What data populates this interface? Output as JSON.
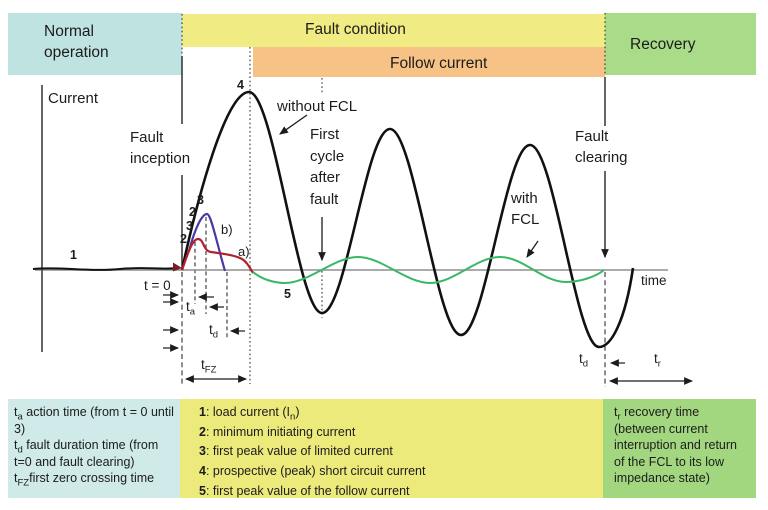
{
  "bands": {
    "normal": "Normal operation",
    "fault": "Fault condition",
    "follow": "Follow current",
    "recovery": "Recovery"
  },
  "plot": {
    "y_axis_label": "Current",
    "x_axis_label": "time",
    "fault_inception": "Fault inception",
    "without_fcl": "without FCL",
    "first_cycle": "First cycle after fault",
    "with_fcl": "with FCL",
    "fault_clearing": "Fault clearing",
    "t_zero": "t = 0"
  },
  "markers": {
    "n1": "1",
    "n4": "4",
    "n5": "5",
    "b3": "3",
    "b2": "2",
    "a3": "3",
    "a2": "2",
    "curve_b": "b)",
    "curve_a": "a)"
  },
  "times": {
    "ta": {
      "base": "t",
      "sub": "a"
    },
    "td": {
      "base": "t",
      "sub": "d"
    },
    "tfz": {
      "base": "t",
      "sub": "FZ"
    },
    "td2": {
      "base": "t",
      "sub": "d"
    },
    "tr": {
      "base": "t",
      "sub": "r"
    }
  },
  "legend": {
    "left": [
      {
        "base": "t",
        "sub": "a",
        "text": " action time (from t = 0 until 3)"
      },
      {
        "base": "t",
        "sub": "d",
        "text": " fault duration time (from t=0 and fault clearing)"
      },
      {
        "base": "t",
        "sub": "FZ",
        "text": "first zero crossing time"
      }
    ],
    "middle": [
      {
        "num": "1",
        "pre": ": load current (I",
        "sub": "n",
        "post": ")"
      },
      {
        "num": "2",
        "pre": ": minimum initiating current",
        "sub": "",
        "post": ""
      },
      {
        "num": "3",
        "pre": ": first peak value of limited current",
        "sub": "",
        "post": ""
      },
      {
        "num": "4",
        "pre": ": prospective (peak) short circuit current",
        "sub": "",
        "post": ""
      },
      {
        "num": "5",
        "pre": ": first peak value of the follow current",
        "sub": "",
        "post": ""
      }
    ],
    "right": {
      "base": "t",
      "sub": "r",
      "text": " recovery time (between current interruption and return of the FCL to its low impedance state)"
    }
  },
  "colors": {
    "band_normal": "#bfe3e1",
    "band_fault": "#f0ec83",
    "band_follow": "#f6c285",
    "band_recovery": "#a9db89",
    "legend_left_bg": "#cfeae8",
    "legend_middle_bg": "#edea7c",
    "legend_right_bg": "#a2d780",
    "curve_prospective": "#111111",
    "curve_limited_a": "#b2222d",
    "curve_limited_b": "#4a3aa3",
    "curve_follow": "#3bb866",
    "axis": "#8f8f8f"
  }
}
